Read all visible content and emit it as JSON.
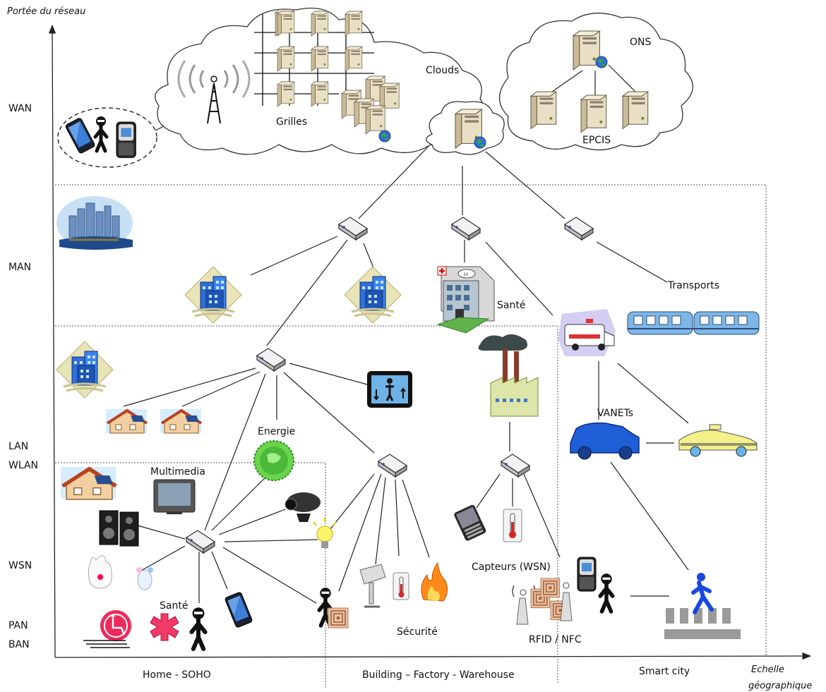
{
  "axes": {
    "y_title": "Portée du réseau",
    "x_title_line1": "Echelle",
    "x_title_line2": "géographique"
  },
  "levels": [
    "WAN",
    "MAN",
    "LAN",
    "WLAN",
    "WSN",
    "PAN",
    "BAN"
  ],
  "columns": [
    "Home - SOHO",
    "Building – Factory - Warehouse",
    "Smart city"
  ],
  "labels": {
    "grilles": "Grilles",
    "clouds": "Clouds",
    "ons": "ONS",
    "epcis": "EPCIS",
    "sante_hospital": "Santé",
    "transports": "Transports",
    "energie": "Energie",
    "multimedia": "Multimedia",
    "vanets": "VANETs",
    "capteurs": "Capteurs (WSN)",
    "sante_home": "Santé",
    "securite": "Sécurité",
    "rfid": "RFID / NFC"
  }
}
